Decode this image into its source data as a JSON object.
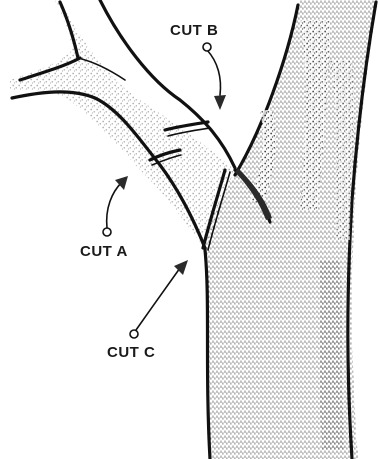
{
  "labels": {
    "cut_a": "CUT A",
    "cut_b": "CUT B",
    "cut_c": "CUT C"
  },
  "colors": {
    "ink": "#111111",
    "paper": "#ffffff"
  }
}
